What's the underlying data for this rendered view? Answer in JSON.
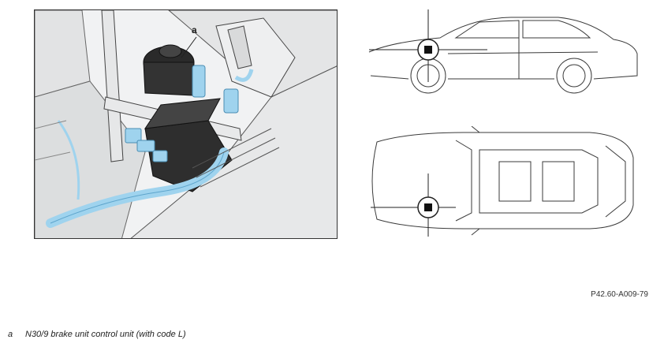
{
  "figure": {
    "callout": "a",
    "reference_code": "P42.60-A009-79"
  },
  "legend": [
    {
      "key": "a",
      "text": "N30/9 brake unit control unit (with code L)"
    }
  ],
  "colors": {
    "highlight": "#9fd3ee",
    "highlight_dark": "#6fb4d8",
    "line": "#3a3a3a",
    "surface": "#e9eaeb",
    "marker": "#111111"
  }
}
